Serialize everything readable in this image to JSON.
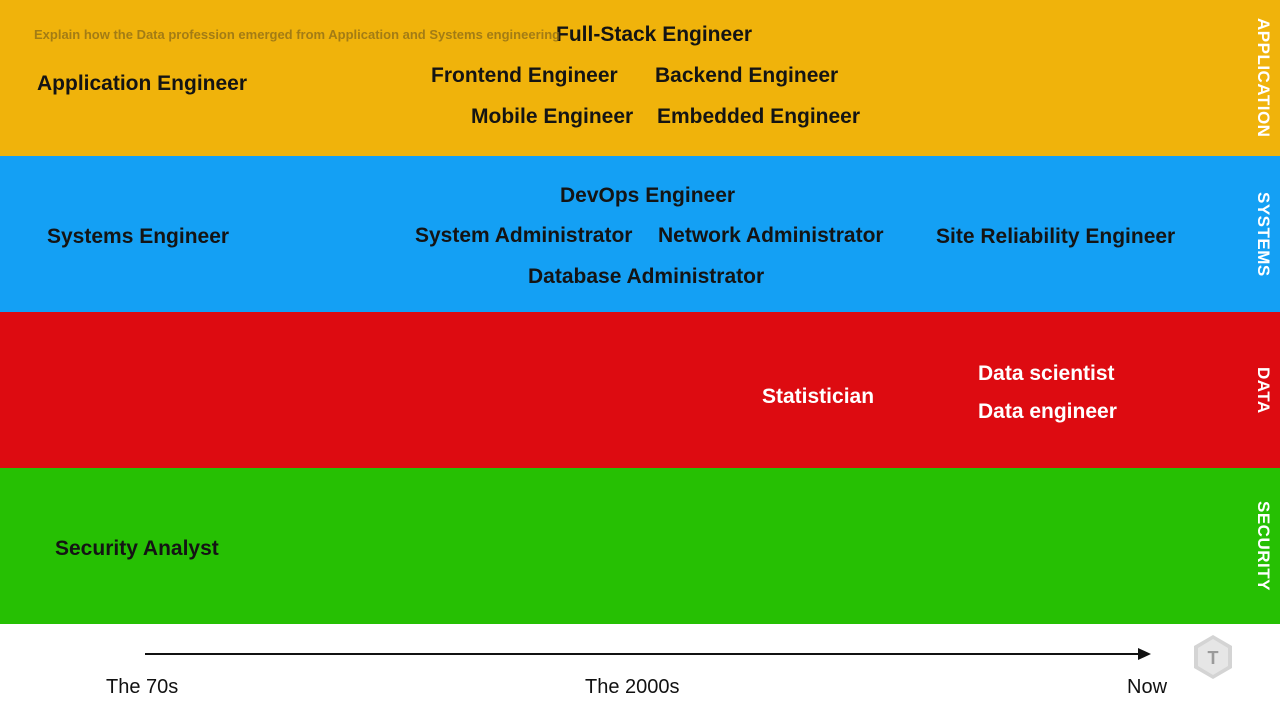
{
  "prompt_text": "Explain how the Data profession emerged from Application and Systems engineering",
  "bands": {
    "application": {
      "label": "APPLICATION",
      "color": "#f0b30b",
      "roles": {
        "application_engineer": "Application Engineer",
        "full_stack_engineer": "Full-Stack Engineer",
        "frontend_engineer": "Frontend Engineer",
        "backend_engineer": "Backend Engineer",
        "mobile_engineer": "Mobile Engineer",
        "embedded_engineer": "Embedded Engineer"
      }
    },
    "systems": {
      "label": "SYSTEMS",
      "color": "#14a0f4",
      "roles": {
        "systems_engineer": "Systems Engineer",
        "devops_engineer": "DevOps Engineer",
        "system_administrator": "System Administrator",
        "network_administrator": "Network Administrator",
        "database_administrator": "Database Administrator",
        "site_reliability_engineer": "Site Reliability Engineer"
      }
    },
    "data": {
      "label": "DATA",
      "color": "#dd0b11",
      "roles": {
        "statistician": "Statistician",
        "data_scientist": "Data scientist",
        "data_engineer": "Data engineer"
      }
    },
    "security": {
      "label": "SECURITY",
      "color": "#26c003",
      "roles": {
        "security_analyst": "Security Analyst"
      }
    }
  },
  "timeline": {
    "start_label": "The 70s",
    "middle_label": "The 2000s",
    "end_label": "Now"
  },
  "logo": {
    "icon": "hexagon-t-logo-icon",
    "letter": "T"
  }
}
